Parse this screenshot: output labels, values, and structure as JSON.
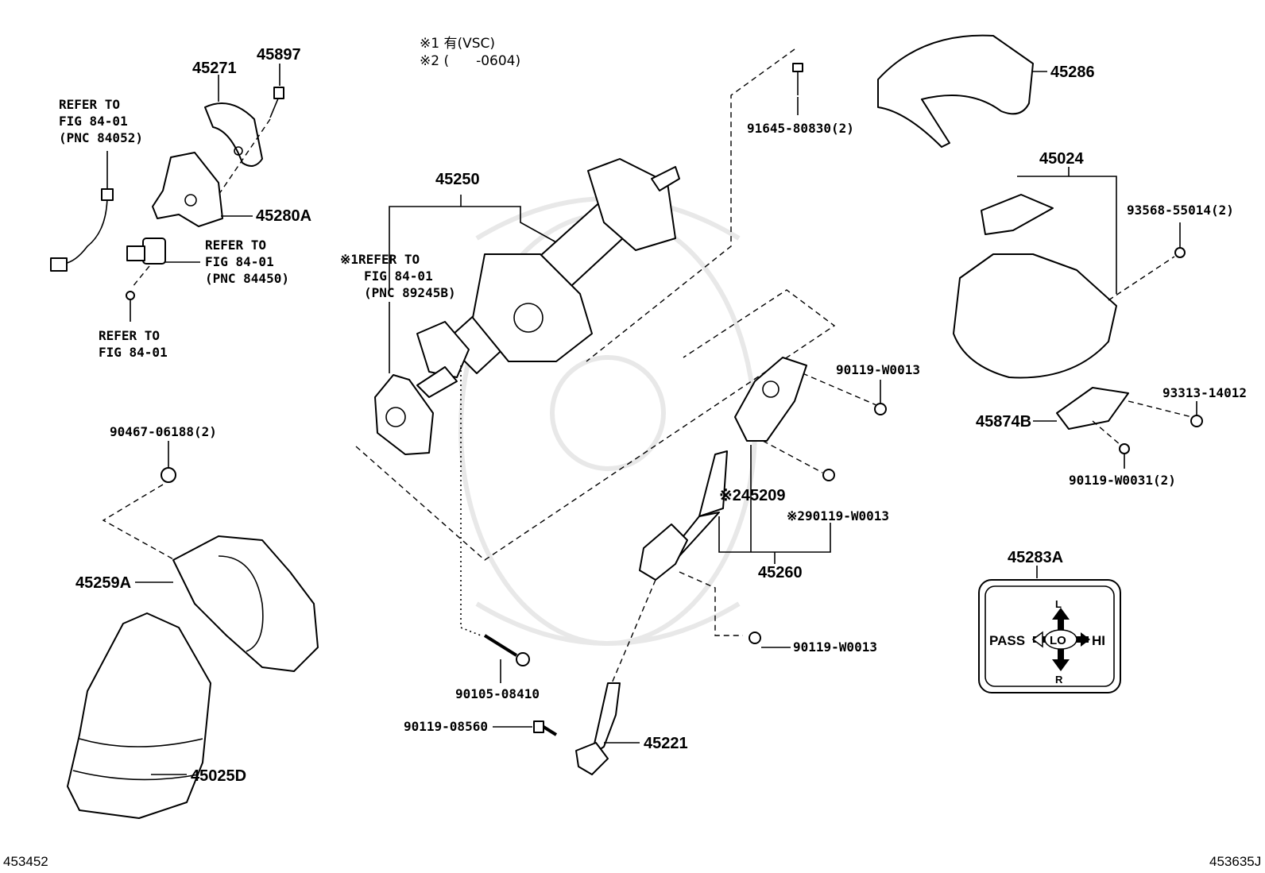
{
  "notes": {
    "vsc": "※1 有(VSC)",
    "range": "※2 (　　-0604)"
  },
  "labels": {
    "p45897": "45897",
    "p45271": "45271",
    "p45280A": "45280A",
    "p45250": "45250",
    "p45286": "45286",
    "p91645": "91645-80830(2)",
    "p45024": "45024",
    "p93568": "93568-55014(2)",
    "p90119_w0013_a": "90119-W0013",
    "p93313": "93313-14012",
    "p45874B": "45874B",
    "p90119_w0031": "90119-W0031(2)",
    "p45209": "※245209",
    "p90119_w0013_b": "※290119-W0013",
    "p45260": "45260",
    "p45283A": "45283A",
    "p90467": "90467-06188(2)",
    "p45259A": "45259A",
    "p90105": "90105-08410",
    "p90119_w0013_c": "90119-W0013",
    "p90119_08560": "90119-08560",
    "p45221": "45221",
    "p45025D": "45025D"
  },
  "refs": {
    "r1": [
      "REFER TO",
      "FIG 84-01",
      "(PNC 84052)"
    ],
    "r2": [
      "REFER TO",
      "FIG 84-01",
      "(PNC 84450)"
    ],
    "r3": [
      "REFER TO",
      "FIG 84-01"
    ],
    "r4": [
      "※1REFER TO",
      "FIG 84-01",
      "(PNC 89245B)"
    ]
  },
  "switch_label": {
    "top": "L",
    "bottom": "R",
    "left": "PASS",
    "center": "LO",
    "right": "HI"
  },
  "corners": {
    "left": "453452",
    "right": "453635J"
  }
}
